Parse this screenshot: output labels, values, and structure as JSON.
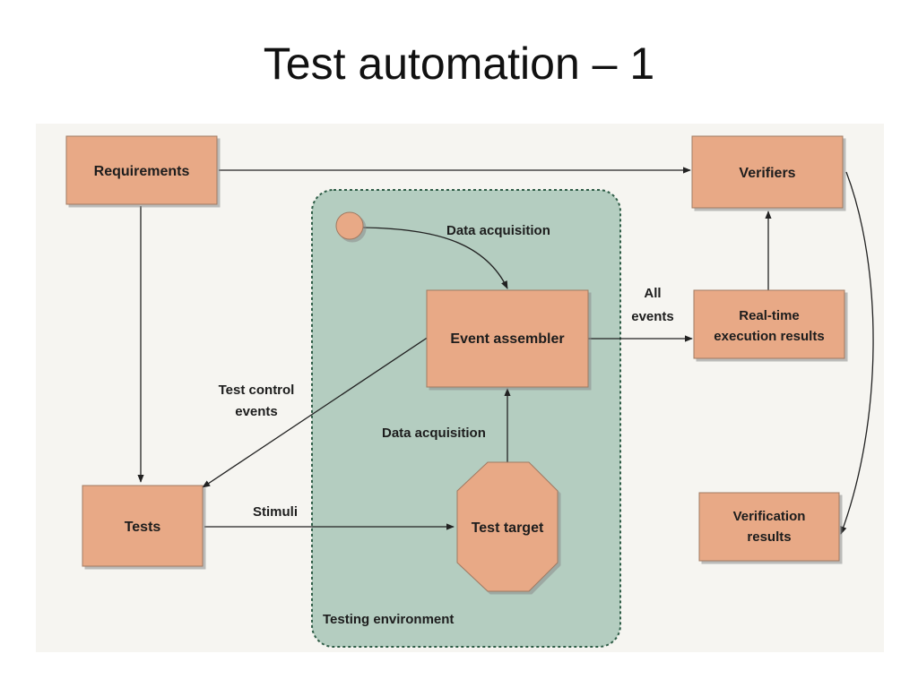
{
  "slide": {
    "title": "Test automation – 1"
  },
  "diagram": {
    "nodes": {
      "requirements": "Requirements",
      "verifiers": "Verifiers",
      "event_assembler": "Event assembler",
      "realtime_line1": "Real-time",
      "realtime_line2": "execution results",
      "tests": "Tests",
      "test_target": "Test target",
      "verification_line1": "Verification",
      "verification_line2": "results"
    },
    "labels": {
      "data_acquisition_top": "Data acquisition",
      "data_acquisition_bottom": "Data acquisition",
      "all_line1": "All",
      "all_line2": "events",
      "test_control_line1": "Test control",
      "test_control_line2": "events",
      "stimuli": "Stimuli",
      "testing_environment": "Testing environment"
    },
    "colors": {
      "box_fill": "#e8a986",
      "box_stroke": "#a07a62",
      "environment_fill": "#b4cdc0",
      "environment_stroke": "#2f5d47",
      "arrow": "#222222"
    }
  }
}
